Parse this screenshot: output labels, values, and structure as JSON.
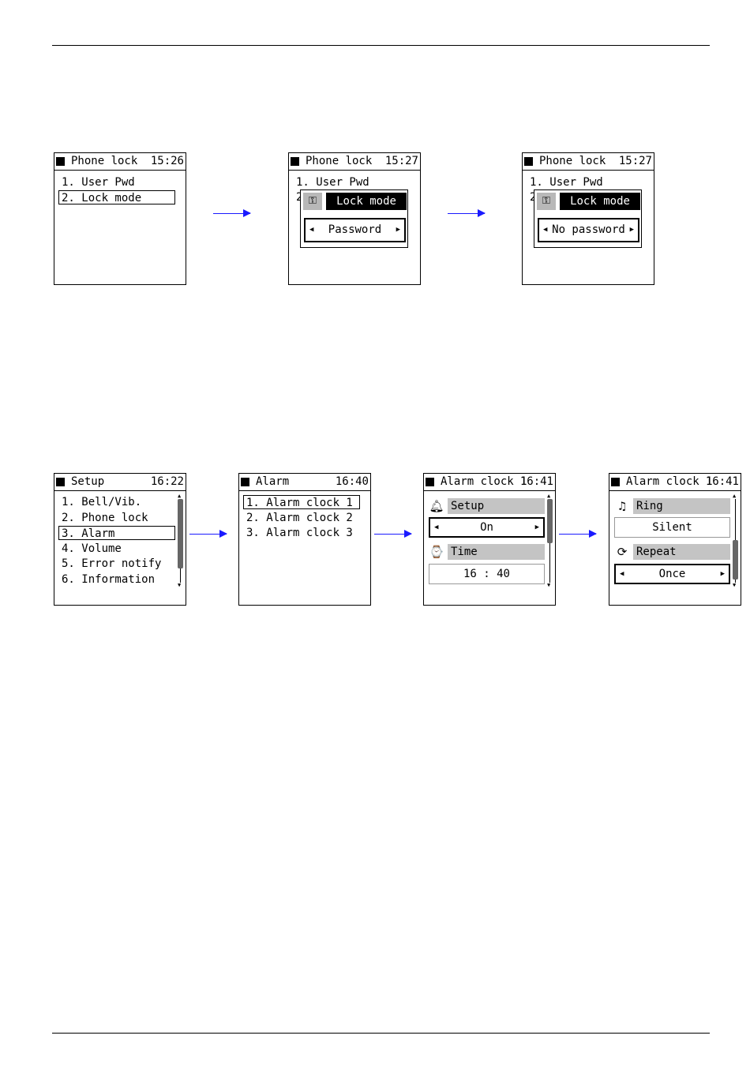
{
  "row1": {
    "screen1": {
      "title": "Phone lock",
      "clock": "15:26",
      "items": [
        "1. User Pwd",
        "2. Lock mode"
      ]
    },
    "screen2": {
      "title": "Phone lock",
      "clock": "15:27",
      "bg_item": "1. User Pwd",
      "bg_item2": "2",
      "popup_title": "Lock mode",
      "popup_icon": "key-icon",
      "value": "Password"
    },
    "screen3": {
      "title": "Phone lock",
      "clock": "15:27",
      "bg_item": "1. User Pwd",
      "bg_item2": "2",
      "popup_title": "Lock mode",
      "popup_icon": "key-icon",
      "value": "No password"
    }
  },
  "row2": {
    "screen1": {
      "title": "Setup",
      "clock": "16:22",
      "items": [
        "1. Bell/Vib.",
        "2. Phone lock",
        "3. Alarm",
        "4. Volume",
        "5. Error notify",
        "6. Information"
      ]
    },
    "screen2": {
      "title": "Alarm",
      "clock": "16:40",
      "items": [
        "1. Alarm clock 1",
        "2. Alarm clock 2",
        "3. Alarm clock 3"
      ]
    },
    "screen3": {
      "title": "Alarm clock 1",
      "clock": "16:41",
      "section1": "Setup",
      "value1": "On",
      "section2": "Time",
      "value2": "16 : 40"
    },
    "screen4": {
      "title": "Alarm clock 1",
      "clock": "16:41",
      "section1": "Ring",
      "value1": "Silent",
      "section2": "Repeat",
      "value2": "Once"
    }
  },
  "arrow_color": "#1a1aff"
}
